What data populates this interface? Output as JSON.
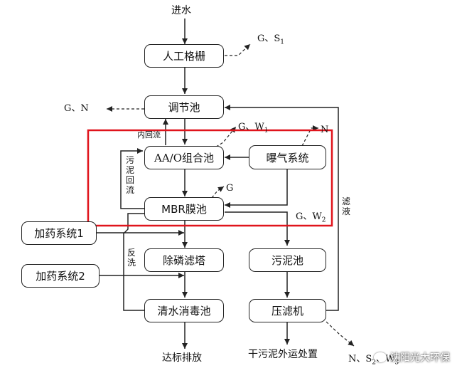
{
  "nodes": {
    "inlet": "进水",
    "screen": "人工格栅",
    "equalization": "调节池",
    "ao": "AA/O组合池",
    "aeration": "曝气系统",
    "mbr": "MBR膜池",
    "dosing1": "加药系统1",
    "dosing2": "加药系统2",
    "phosphorus": "除磷滤塔",
    "disinfection": "清水消毒池",
    "sludge_tank": "污泥池",
    "filter_press": "压滤机",
    "discharge": "达标排放",
    "sludge_out": "干污泥外运处置"
  },
  "labels": {
    "g_s1": "G、S",
    "g_s1_sub": "1",
    "g_n": "G、N",
    "internal_reflux": "内回流",
    "g_w1": "G、W",
    "g_w1_sub": "1",
    "n": "N",
    "sludge_return": "污泥回流",
    "g": "G",
    "g_w2": "G、W",
    "g_w2_sub": "2",
    "filtrate": "滤液",
    "backwash": "反洗",
    "n_s2_w3_a": "N、S",
    "n_s2_w3_sub_a": "2",
    "n_s2_w3_b": "、W",
    "n_s2_w3_sub_b": "3"
  },
  "watermark": "沈阳光大环保",
  "colors": {
    "highlight": "#e0141c",
    "line": "#222222"
  }
}
